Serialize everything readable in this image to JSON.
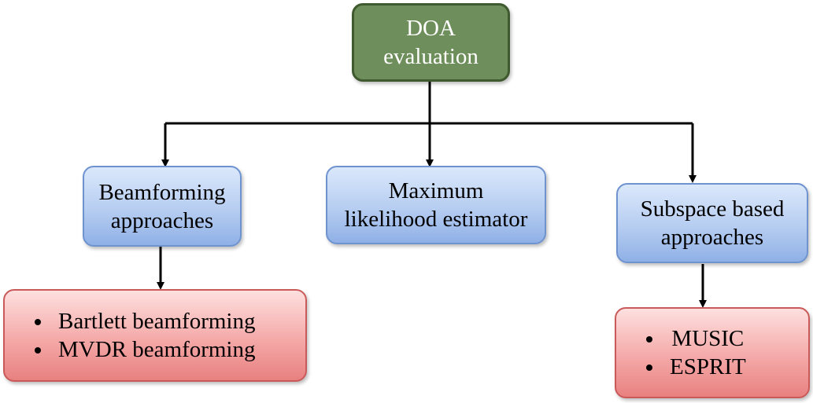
{
  "nodes": {
    "root": {
      "lines": [
        "DOA",
        "evaluation"
      ]
    },
    "beamforming": {
      "lines": [
        "Beamforming",
        "approaches"
      ]
    },
    "ml": {
      "lines": [
        "Maximum",
        "likelihood estimator"
      ]
    },
    "subspace": {
      "lines": [
        "Subspace based",
        "approaches"
      ]
    },
    "beam_methods": {
      "items": [
        "Bartlett beamforming",
        "MVDR beamforming"
      ]
    },
    "subspace_methods": {
      "items": [
        "MUSIC",
        "ESPRIT"
      ]
    }
  },
  "colors": {
    "root_fill": "#6e8e5b",
    "category_fill": "#b6cdf1",
    "method_fill": "#f4a9a8",
    "connector": "#000000"
  }
}
